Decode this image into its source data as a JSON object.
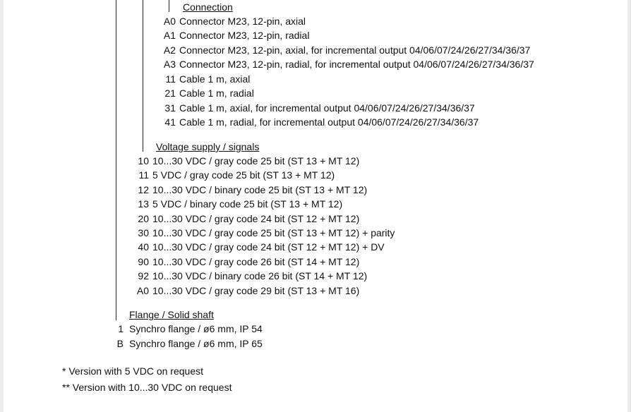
{
  "connection": {
    "heading": "Connection",
    "items": [
      {
        "code": "A0",
        "desc": "Connector M23, 12-pin, axial"
      },
      {
        "code": "A1",
        "desc": "Connector M23, 12-pin, radial"
      },
      {
        "code": "A2",
        "desc": "Connector M23, 12-pin, axial, for incremental output 04/06/07/24/26/27/34/36/37"
      },
      {
        "code": "A3",
        "desc": "Connector M23, 12-pin, radial, for incremental output 04/06/07/24/26/27/34/36/37"
      },
      {
        "code": "11",
        "desc": "Cable 1 m, axial"
      },
      {
        "code": "21",
        "desc": "Cable 1 m, radial"
      },
      {
        "code": "31",
        "desc": "Cable 1 m, axial, for incremental output 04/06/07/24/26/27/34/36/37"
      },
      {
        "code": "41",
        "desc": "Cable 1 m, radial, for incremental output 04/06/07/24/26/27/34/36/37"
      }
    ]
  },
  "voltage": {
    "heading": "Voltage supply / signals",
    "items": [
      {
        "code": "10",
        "desc": "10...30 VDC / gray code 25 bit (ST 13 + MT 12)"
      },
      {
        "code": "11",
        "desc": "5 VDC / gray code 25 bit (ST 13 + MT 12)"
      },
      {
        "code": "12",
        "desc": "10...30 VDC / binary code 25 bit (ST 13 + MT 12)"
      },
      {
        "code": "13",
        "desc": "5 VDC / binary code 25 bit (ST 13 + MT 12)"
      },
      {
        "code": "20",
        "desc": "10...30 VDC / gray code 24 bit (ST 12 + MT 12)"
      },
      {
        "code": "30",
        "desc": "10...30 VDC / gray code 25 bit (ST 13 + MT 12) + parity"
      },
      {
        "code": "40",
        "desc": "10...30 VDC / gray code 24 bit (ST 12 + MT 12) + DV"
      },
      {
        "code": "90",
        "desc": "10...30 VDC / gray code 26 bit (ST 14 + MT 12)"
      },
      {
        "code": "92",
        "desc": "10...30 VDC / binary code 26 bit (ST 14 + MT 12)"
      },
      {
        "code": "A0",
        "desc": "10...30 VDC / gray code 29 bit (ST 13 + MT 16)"
      }
    ]
  },
  "flange": {
    "heading": "Flange / Solid shaft",
    "items": [
      {
        "code": "1",
        "desc": "Synchro flange / ø6 mm, IP 54"
      },
      {
        "code": "B",
        "desc": "Synchro flange / ø6 mm, IP 65"
      }
    ]
  },
  "footnotes": [
    "* Version with 5 VDC on request",
    "** Version with 10...30 VDC on request"
  ]
}
